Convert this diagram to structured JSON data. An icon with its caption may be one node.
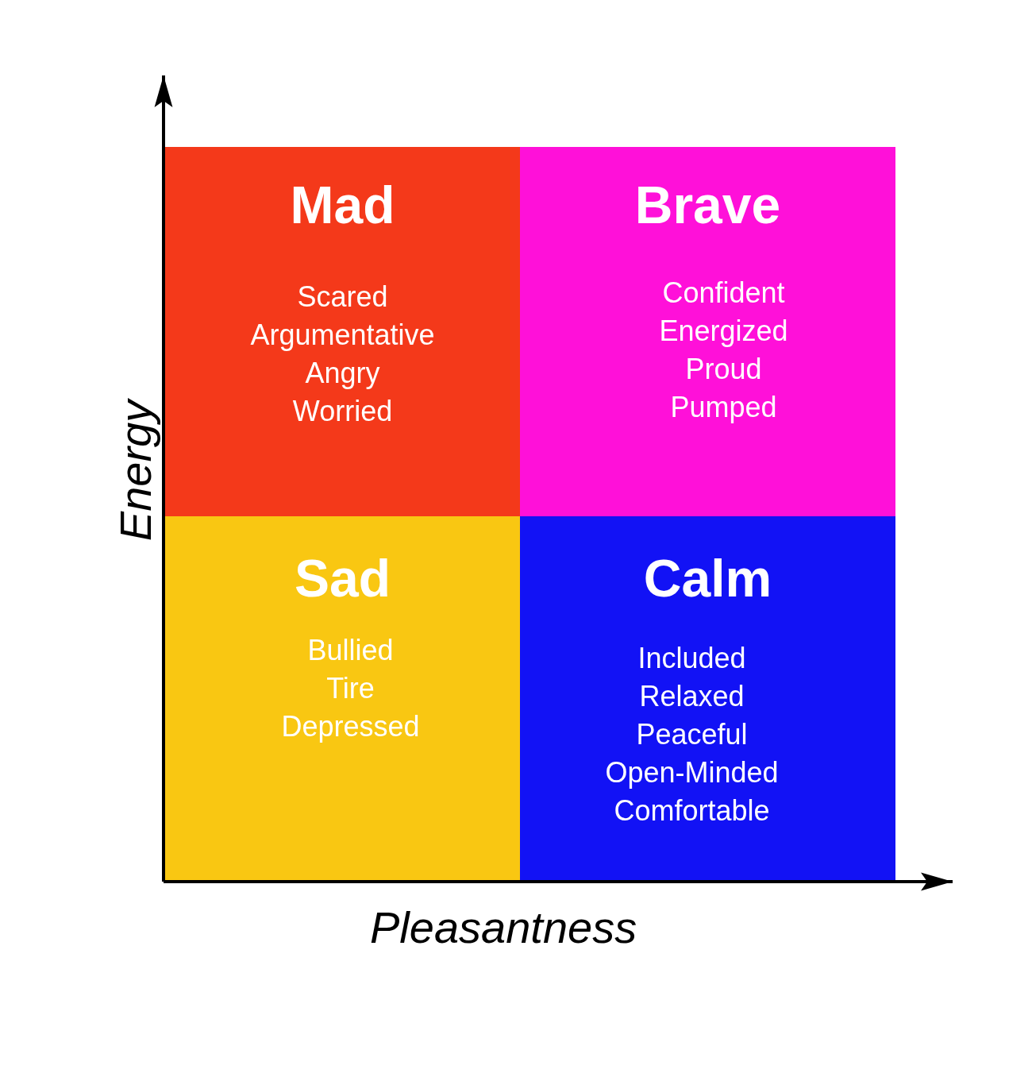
{
  "diagram": {
    "nodes": [
      {
        "text": [
          "Mad",
          "Scared Argumentative Angry Worried"
        ]
      },
      {
        "text": [
          "Brave",
          "Confident Energized Proud Pumped"
        ]
      },
      {
        "text": [
          "Sad",
          "Bullied Tire Depressed"
        ]
      },
      {
        "text": [
          "Calm",
          "Included Relaxed Peaceful Open-Minded Comfortable"
        ]
      }
    ],
    "labels": [
      "Energy",
      "Pleasantness"
    ]
  }
}
